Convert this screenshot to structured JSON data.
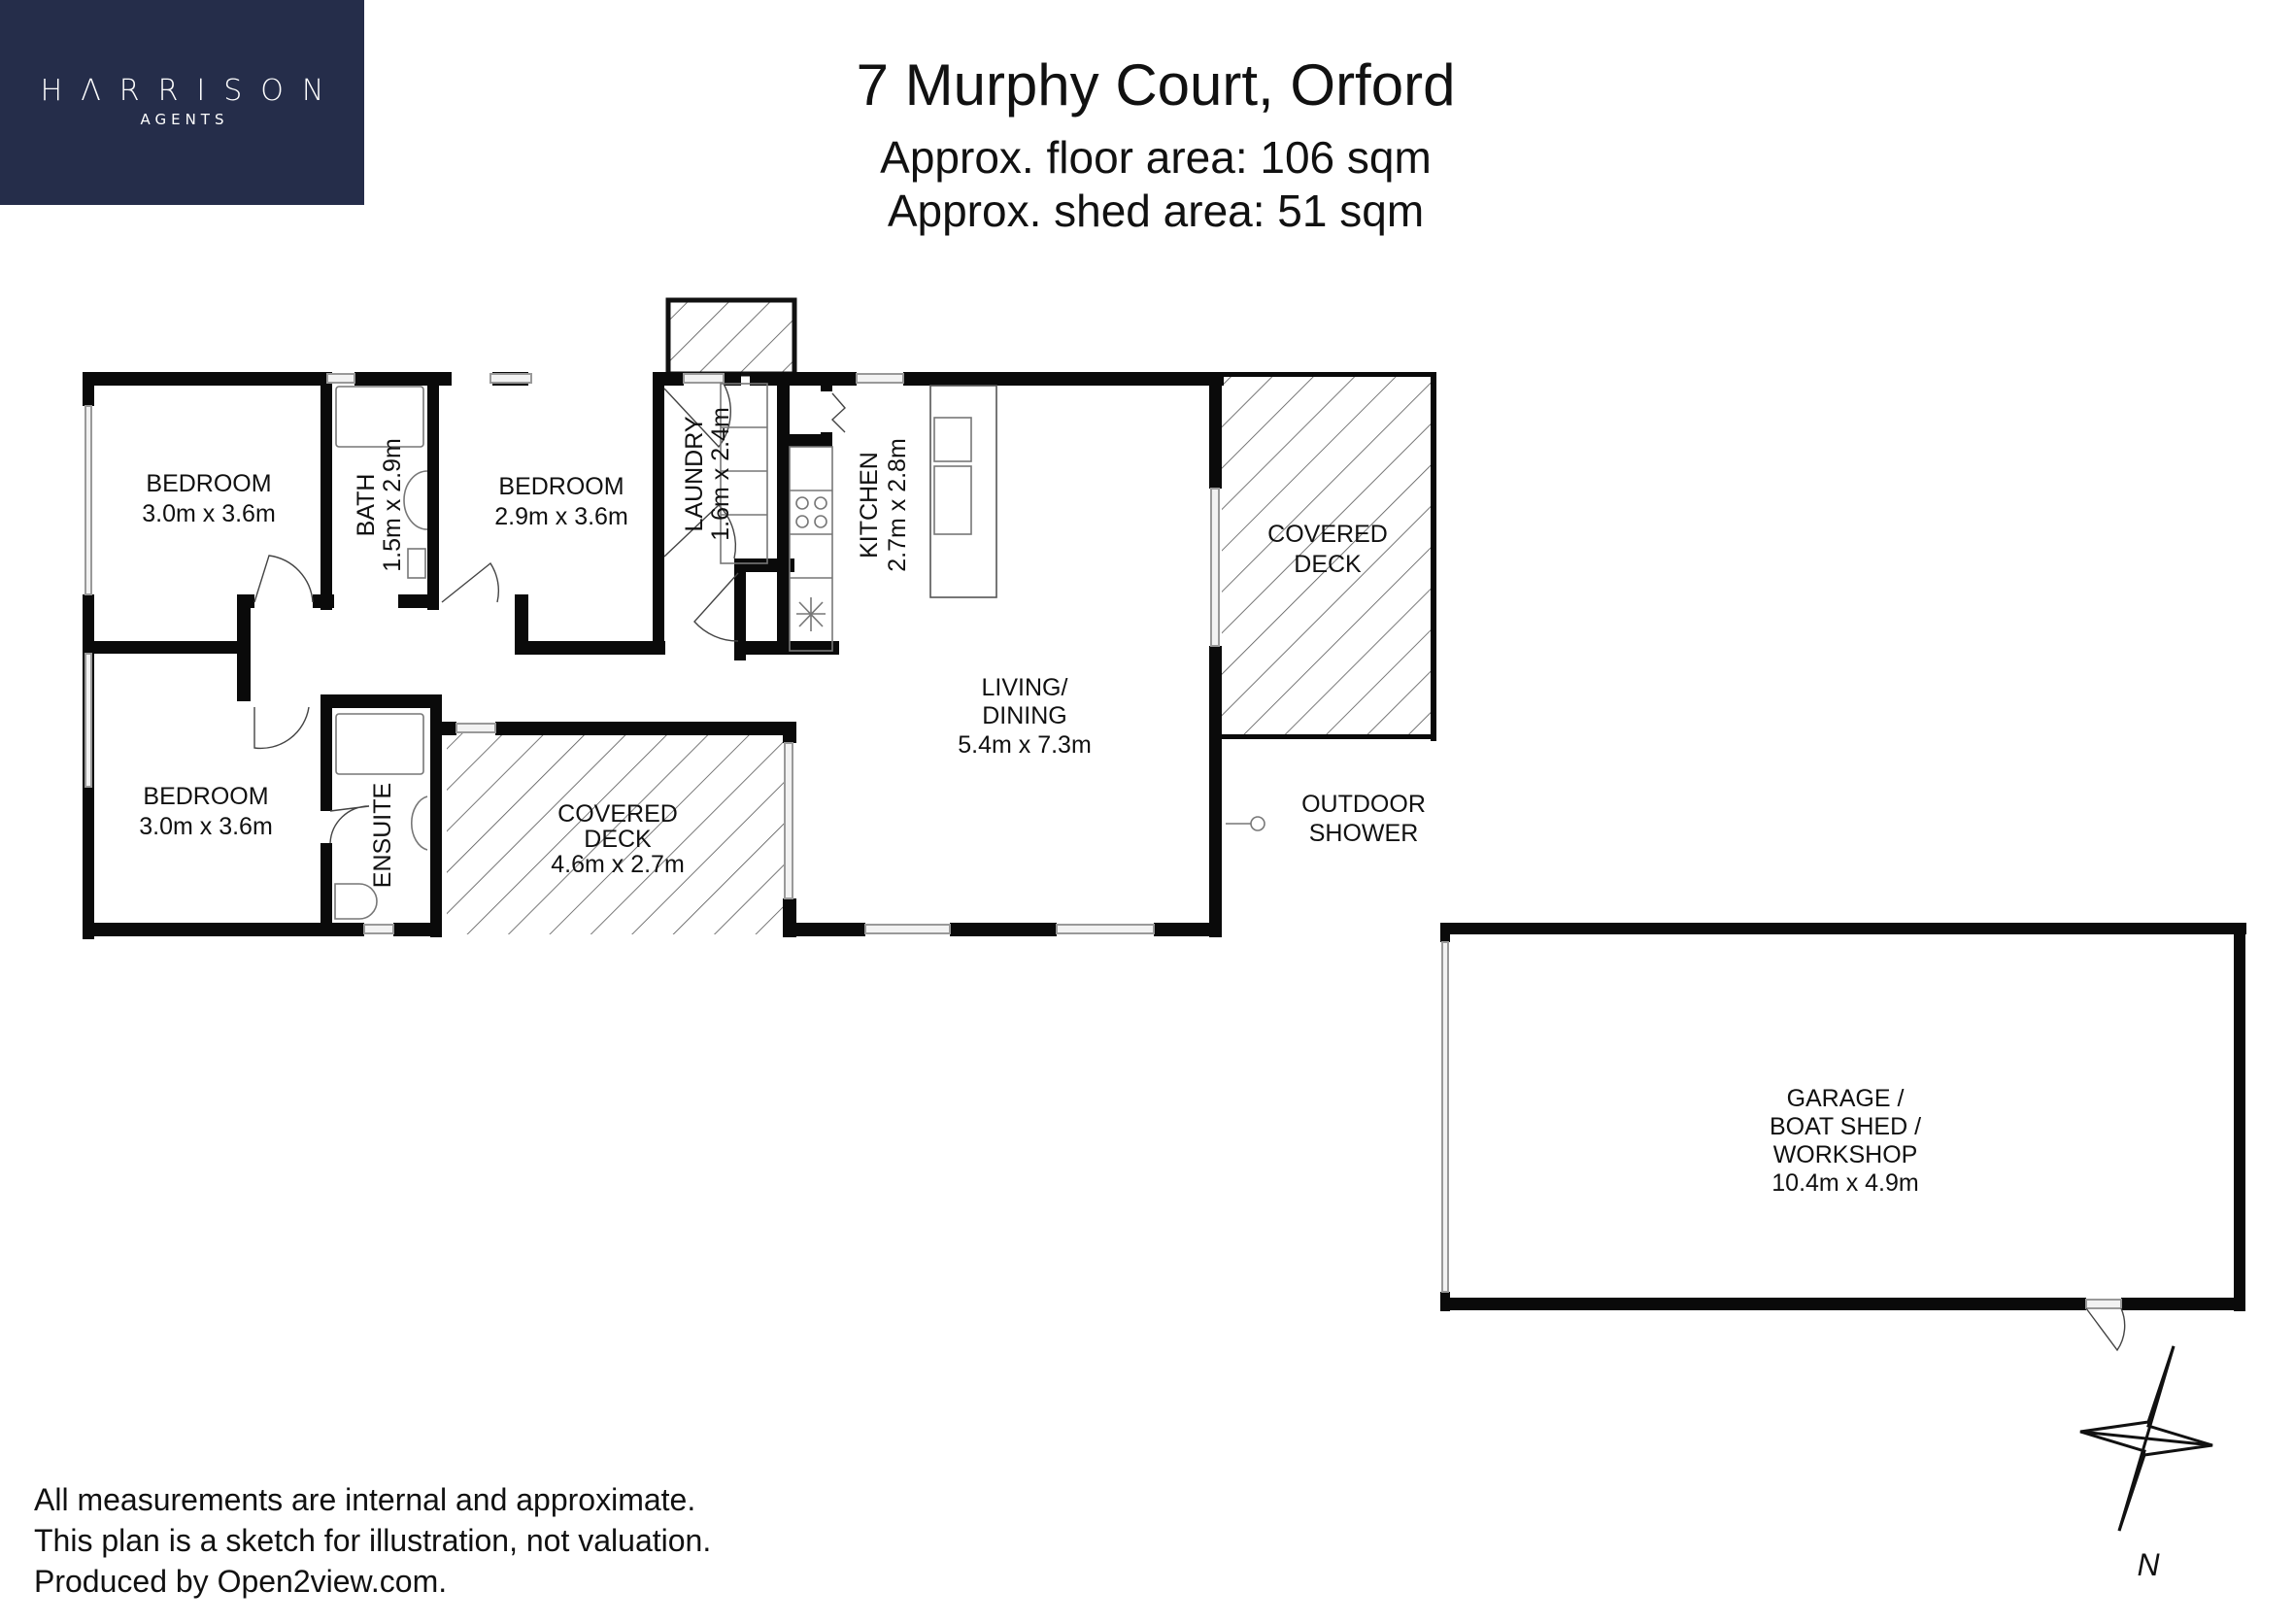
{
  "logo": {
    "name": "HΛRRISON",
    "sub": "AGENTS",
    "background": "#252d4a"
  },
  "header": {
    "title": "7 Murphy Court, Orford",
    "floor_area": "Approx. floor area: 106 sqm",
    "shed_area": "Approx. shed area: 51 sqm"
  },
  "rooms": {
    "bedroom1": {
      "name": "BEDROOM",
      "size": "3.0m x 3.6m"
    },
    "bath": {
      "name": "BATH",
      "size": "1.5m x 2.9m"
    },
    "bedroom2": {
      "name": "BEDROOM",
      "size": "2.9m x 3.6m"
    },
    "laundry": {
      "name": "LAUNDRY",
      "size": "1.6m x 2.4m"
    },
    "kitchen": {
      "name": "KITCHEN",
      "size": "2.7m x 2.8m"
    },
    "covered_deck_east": {
      "name_line1": "COVERED",
      "name_line2": "DECK"
    },
    "bedroom3": {
      "name": "BEDROOM",
      "size": "3.0m x 3.6m"
    },
    "ensuite": {
      "name": "ENSUITE"
    },
    "covered_deck_south": {
      "name_line1": "COVERED",
      "name_line2": "DECK",
      "size": "4.6m x 2.7m"
    },
    "living": {
      "name_line1": "LIVING/",
      "name_line2": "DINING",
      "size": "5.4m x 7.3m"
    },
    "outdoor_shower": {
      "line1": "OUTDOOR",
      "line2": "SHOWER"
    },
    "garage": {
      "line1": "GARAGE /",
      "line2": "BOAT SHED /",
      "line3": "WORKSHOP",
      "size": "10.4m x 4.9m"
    }
  },
  "compass": {
    "label": "N"
  },
  "disclaimer": {
    "line1": "All measurements are internal and approximate.",
    "line2": "This plan is a sketch for illustration, not valuation.",
    "line3": "Produced by Open2view.com."
  }
}
